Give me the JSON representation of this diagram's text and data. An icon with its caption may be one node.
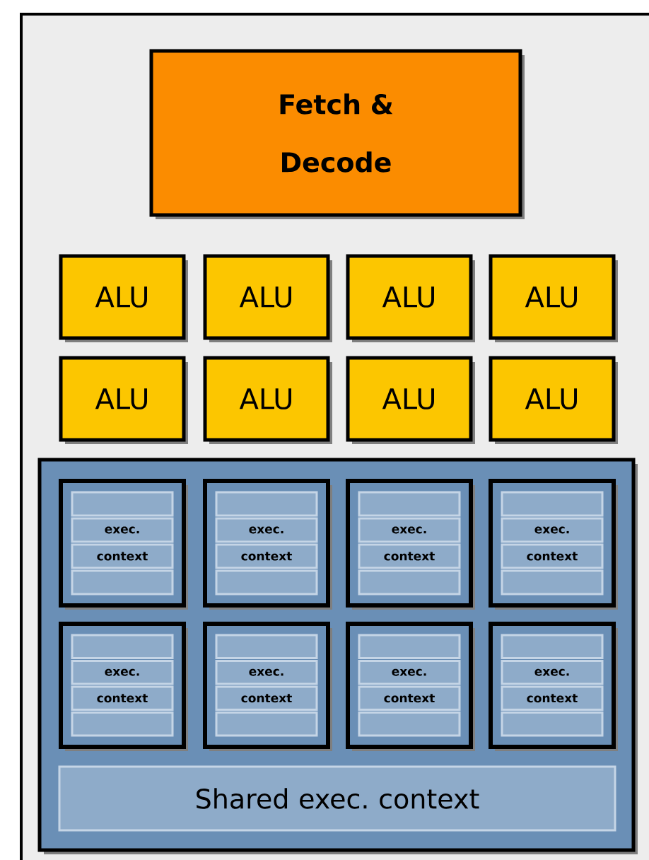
{
  "diagram": {
    "nodes": [
      {
        "text": [],
        "shape": "box"
      },
      {
        "text": [
          "Fetch & Decode"
        ],
        "in": 0
      },
      {
        "text": [
          "ALU"
        ],
        "in": 0
      },
      {
        "text": [
          "ALU"
        ],
        "in": 0
      },
      {
        "text": [
          "ALU"
        ],
        "in": 0
      },
      {
        "text": [
          "ALU"
        ],
        "in": 0
      },
      {
        "text": [
          "ALU"
        ],
        "in": 0
      },
      {
        "text": [
          "ALU"
        ],
        "in": 0
      },
      {
        "text": [
          "ALU"
        ],
        "in": 0
      },
      {
        "text": [
          "ALU"
        ],
        "in": 0
      },
      {
        "text": [],
        "shape": "box",
        "in": 0
      },
      {
        "text": [
          "exec.",
          "context"
        ],
        "in": 10
      },
      {
        "text": [
          "exec.",
          "context"
        ],
        "in": 10
      },
      {
        "text": [
          "exec.",
          "context"
        ],
        "in": 10
      },
      {
        "text": [
          "exec.",
          "context"
        ],
        "in": 10
      },
      {
        "text": [
          "exec.",
          "context"
        ],
        "in": 10
      },
      {
        "text": [
          "exec.",
          "context"
        ],
        "in": 10
      },
      {
        "text": [
          "exec.",
          "context"
        ],
        "in": 10
      },
      {
        "text": [
          "exec.",
          "context"
        ],
        "in": 10
      },
      {
        "text": [
          "Shared exec. context"
        ],
        "in": 10
      }
    ]
  }
}
